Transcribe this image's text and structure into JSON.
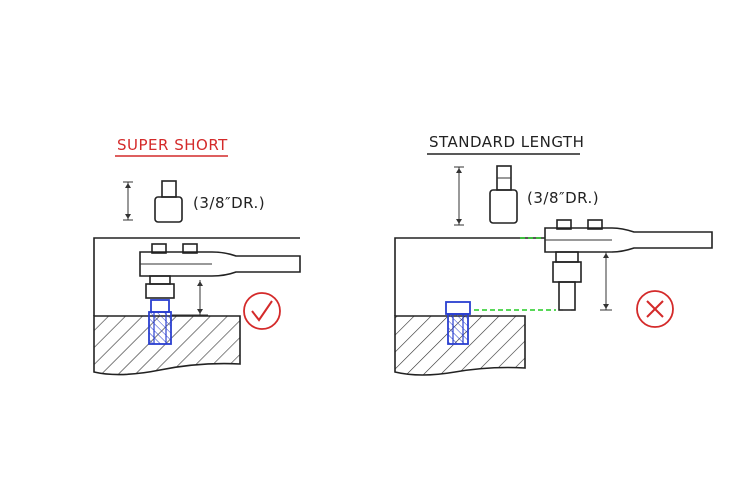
{
  "panels": [
    {
      "title": "SUPER SHORT",
      "title_color": "#d42a2a",
      "socket_label": "(3/8″DR.)",
      "verdict": "check",
      "verdict_icon": "check-mark-icon"
    },
    {
      "title": "STANDARD LENGTH",
      "title_color": "#222222",
      "socket_label": "(3/8″DR.)",
      "verdict": "cross",
      "verdict_icon": "cross-mark-icon"
    }
  ],
  "colors": {
    "bolt": "#2a3fd0",
    "verdict_red": "#d42a2a",
    "guide_green": "#22cc22",
    "ink": "#222222"
  }
}
